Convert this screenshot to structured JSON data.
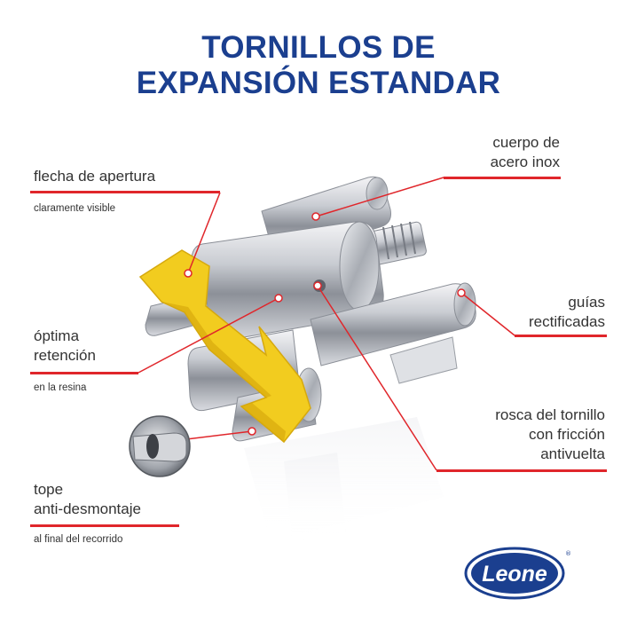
{
  "title": {
    "line1": "TORNILLOS DE",
    "line2": "EXPANSIÓN ESTANDAR"
  },
  "labels": {
    "flecha": {
      "main": "flecha de apertura",
      "sub": "claramente visible"
    },
    "cuerpo": {
      "line1": "cuerpo de",
      "line2": "acero inox"
    },
    "guias": {
      "line1": "guías",
      "line2": "rectificadas"
    },
    "optima": {
      "line1": "óptima",
      "line2": "retención",
      "sub": "en la resina"
    },
    "rosca": {
      "line1": "rosca del tornillo",
      "line2": "con fricción",
      "line3": "antivuelta"
    },
    "tope": {
      "line1": "tope",
      "line2": "anti-desmontaje",
      "sub": "al final del recorrido"
    }
  },
  "brand": {
    "logo_text": "Leone"
  },
  "colors": {
    "title": "#1b3f8f",
    "accent_red": "#e0262b",
    "arrow_yellow": "#f2cc1f",
    "logo_blue": "#1b3f8f"
  }
}
